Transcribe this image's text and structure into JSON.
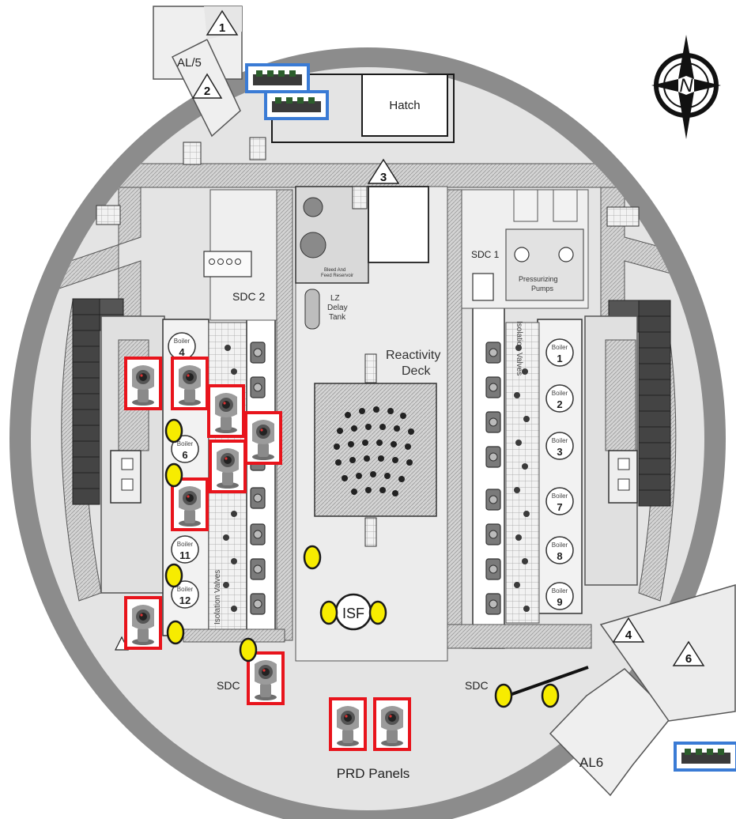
{
  "markers": {
    "m1": "1",
    "m2": "2",
    "m3": "3",
    "m4": "4",
    "m6": "6"
  },
  "areas": {
    "al5": "AL/5",
    "hatch": "Hatch",
    "sdc1": "SDC 1",
    "sdc2": "SDC 2",
    "sdc_left": "SDC",
    "sdc_right": "SDC",
    "reactivity_line1": "Reactivity",
    "reactivity_line2": "Deck",
    "pressurizing_line1": "Pressurizing",
    "pressurizing_line2": "Pumps",
    "lz_line1": "LZ",
    "lz_line2": "Delay",
    "lz_line3": "Tank",
    "bleed_line1": "Bleed And",
    "bleed_line2": "Feed Reservoir",
    "isf": "ISF",
    "prd_panels": "PRD Panels",
    "al6": "AL6",
    "isolation_valves": "Isolation Valves"
  },
  "boilers": {
    "label": "Boiler",
    "left": [
      "4",
      "6",
      "11",
      "12"
    ],
    "right": [
      "1",
      "2",
      "3",
      "7",
      "8",
      "9"
    ]
  },
  "compass": {
    "north": "N"
  },
  "legend": {
    "camera_icon": "camera-icon",
    "sensor_icon": "yellow-sensor-marker",
    "device_icon": "network-device-icon"
  },
  "colors": {
    "camera_border": "#e8141c",
    "sensor_fill": "#f7ec00",
    "device_border": "#3a7bd5",
    "ring": "#8c8c8c",
    "floor": "#e4e4e4"
  }
}
